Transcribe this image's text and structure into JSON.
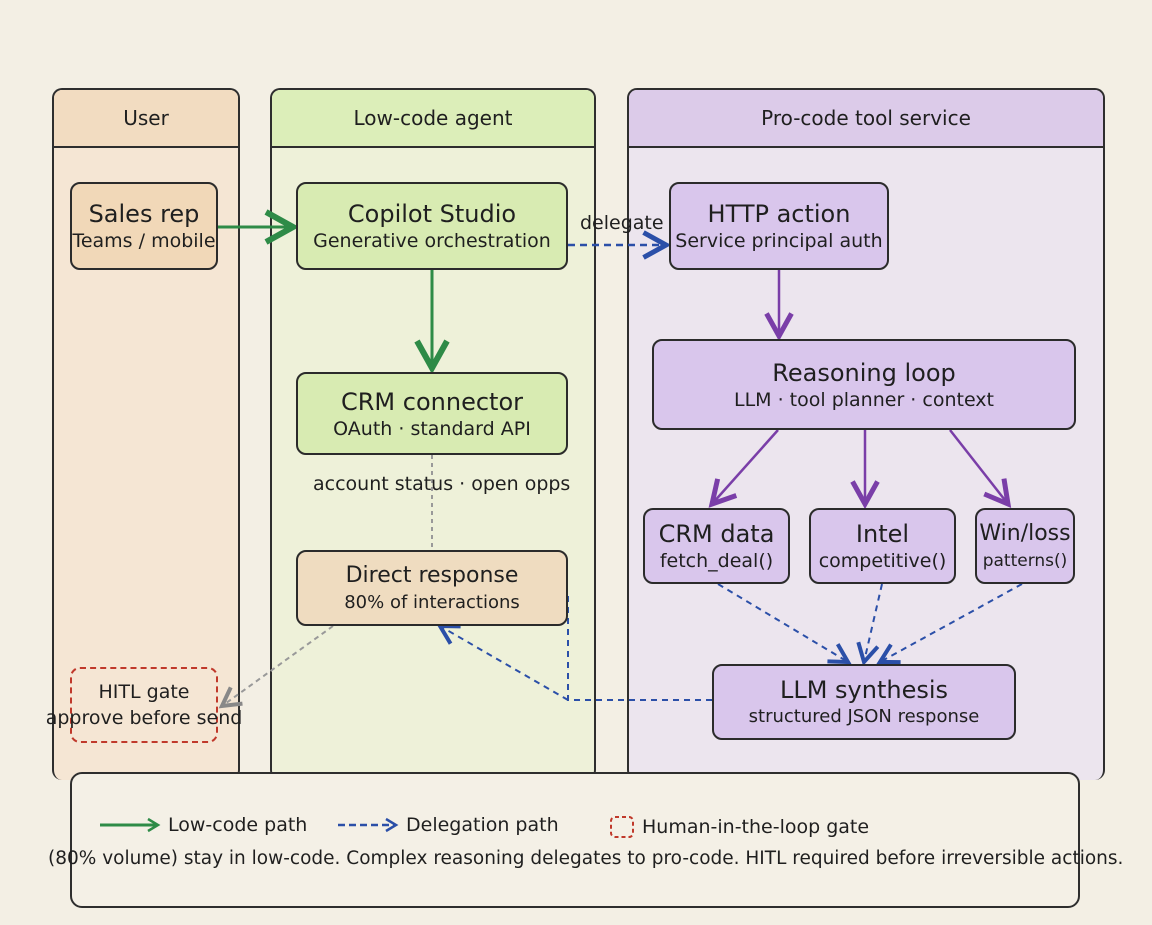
{
  "lanes": {
    "user": "User",
    "low_code": "Low-code agent",
    "pro_code": "Pro-code tool service"
  },
  "nodes": {
    "sales_rep": {
      "title": "Sales rep",
      "subtitle": "Teams / mobile"
    },
    "copilot": {
      "title": "Copilot Studio",
      "subtitle": "Generative orchestration"
    },
    "http_action": {
      "title": "HTTP action",
      "subtitle": "Service principal auth"
    },
    "crm_connector": {
      "title": "CRM connector",
      "subtitle": "OAuth · standard API"
    },
    "reasoning": {
      "title": "Reasoning loop",
      "subtitle": "LLM · tool planner · context"
    },
    "crm_data": {
      "title": "CRM data",
      "subtitle": "fetch_deal()"
    },
    "intel": {
      "title": "Intel",
      "subtitle": "competitive()"
    },
    "winloss": {
      "title": "Win/loss",
      "subtitle": "patterns()"
    },
    "direct_response": {
      "title": "Direct response",
      "subtitle": "80% of interactions"
    },
    "llm_synthesis": {
      "title": "LLM synthesis",
      "subtitle": "structured JSON response"
    },
    "hitl": {
      "title": "HITL gate",
      "subtitle": "approve before send"
    }
  },
  "edge_labels": {
    "delegate": "delegate",
    "connector_note": "account status · open opps"
  },
  "legend": {
    "low_code": "Low-code path",
    "delegation": "Delegation path",
    "hitl": "Human-in-the-loop gate",
    "note": "(80% volume) stay in low-code. Complex reasoning delegates to pro-code. HITL required before irreversible actions."
  },
  "colors": {
    "low_code_path": "#2e8b47",
    "delegation_path": "#2b4fa8",
    "pro_code_arrow": "#7a3ea8",
    "hitl_border": "#c0392b"
  }
}
